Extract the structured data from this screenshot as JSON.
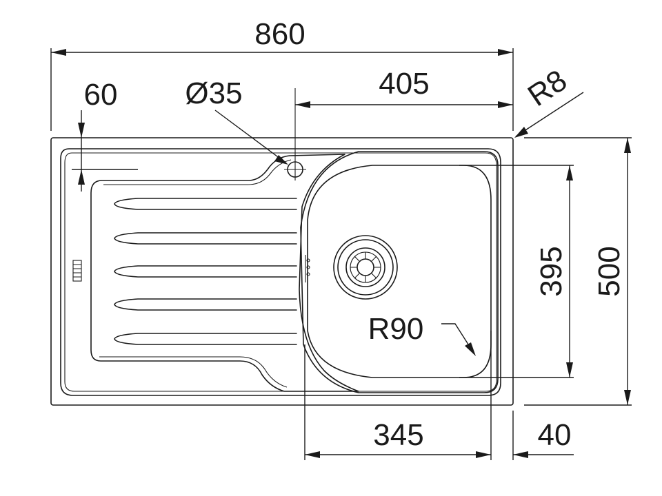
{
  "dimensions": {
    "overall_width": "860",
    "drain_bowl_offset_width": "405",
    "tap_hole_diameter": "Ø35",
    "edge_offset": "60",
    "corner_radius": "R8",
    "bowl_height": "395",
    "overall_depth": "500",
    "bowl_corner_radius": "R90",
    "bowl_width": "345",
    "rim_offset": "40"
  },
  "colors": {
    "line": "#1a1a1a",
    "background": "#ffffff"
  }
}
